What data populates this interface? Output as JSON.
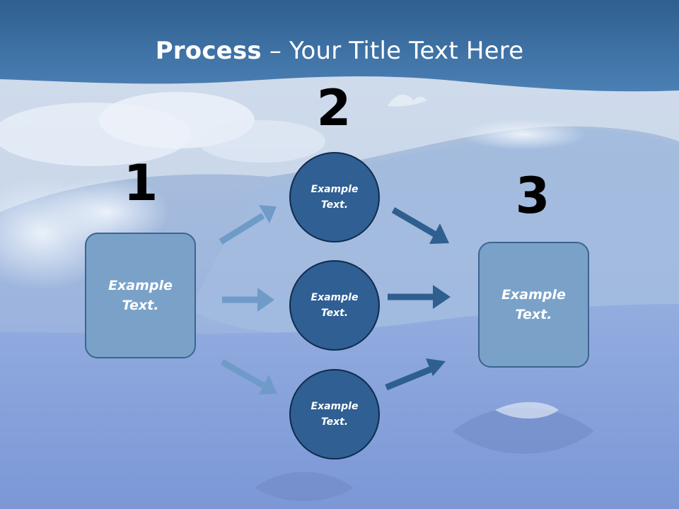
{
  "title": {
    "bold": "Process",
    "rest": " – Your Title Text Here"
  },
  "steps": [
    {
      "number": "1",
      "label": "Example\nText."
    },
    {
      "number": "2",
      "label": "Example\nText."
    },
    {
      "number": "3",
      "label": "Example\nText."
    }
  ],
  "circles": [
    {
      "label": "Example\nText."
    },
    {
      "label": "Example\nText."
    },
    {
      "label": "Example\nText."
    }
  ],
  "colors": {
    "header": "#3a6e9f",
    "box_fill": "#7aa2c9",
    "circle_fill": "#2f5f93",
    "arrow_light": "#6f9bc8",
    "arrow_dark": "#2e5f8f"
  }
}
